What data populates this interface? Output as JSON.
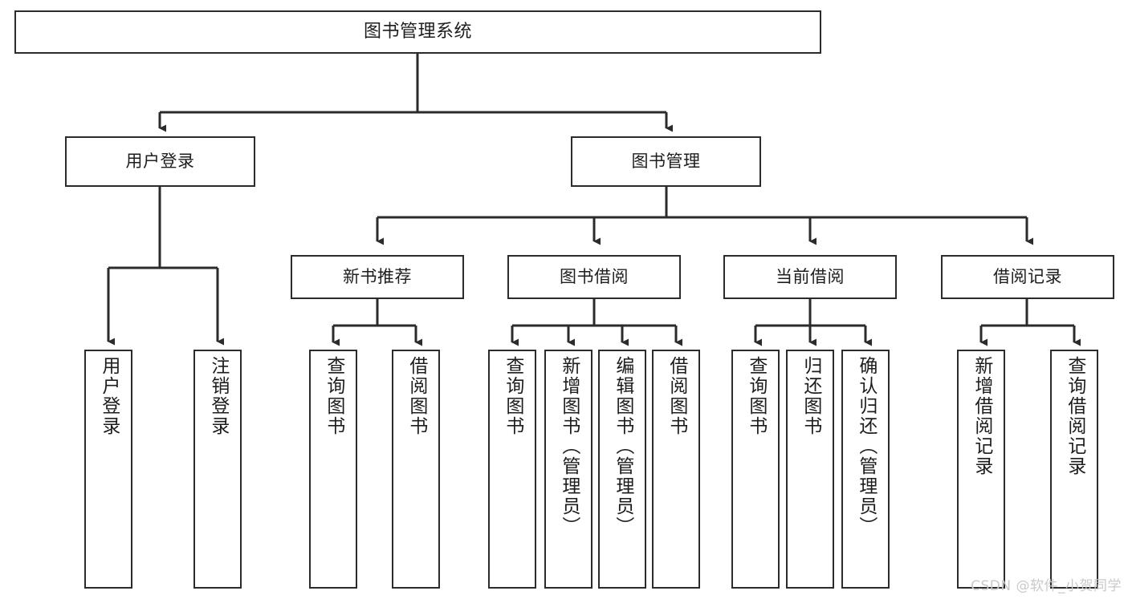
{
  "diagram": {
    "title": "图书管理系统",
    "watermark": "CSDN @软件_小贺同学",
    "colors": {
      "stroke": "#2b2b2b",
      "fill": "#ffffff",
      "text": "#1d1d1d",
      "watermark": "#c9c9c9"
    },
    "levels": {
      "root": {
        "label": "图书管理系统"
      },
      "level2": [
        {
          "label": "用户登录"
        },
        {
          "label": "图书管理"
        }
      ],
      "level3": [
        {
          "label": "新书推荐"
        },
        {
          "label": "图书借阅"
        },
        {
          "label": "当前借阅"
        },
        {
          "label": "借阅记录"
        }
      ],
      "leaves": {
        "user_login": [
          {
            "label": "用户登录"
          },
          {
            "label": "注销登录"
          }
        ],
        "new_book_recommend": [
          {
            "label": "查询图书"
          },
          {
            "label": "借阅图书"
          }
        ],
        "book_borrow": [
          {
            "label": "查询图书"
          },
          {
            "label": "新增图书（管理员）"
          },
          {
            "label": "编辑图书（管理员）"
          },
          {
            "label": "借阅图书"
          }
        ],
        "current_borrow": [
          {
            "label": "查询图书"
          },
          {
            "label": "归还图书"
          },
          {
            "label": "确认归还（管理员）"
          }
        ],
        "borrow_record": [
          {
            "label": "新增借阅记录"
          },
          {
            "label": "查询借阅记录"
          }
        ]
      }
    }
  }
}
